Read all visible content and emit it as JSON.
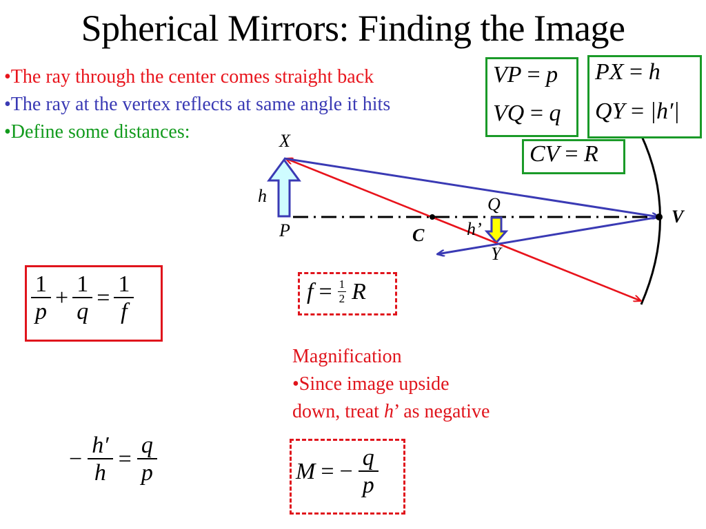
{
  "slide": {
    "title": "Spherical Mirrors: Finding the Image",
    "bullets": [
      {
        "text": "•The ray through the center comes straight back",
        "color": "#e8141c"
      },
      {
        "text": "•The ray at the vertex reflects at same angle it hits",
        "color": "#3a3ab4"
      },
      {
        "text": "•Define some distances:",
        "color": "#119a1c"
      }
    ]
  },
  "definitions": {
    "box1": {
      "line1": {
        "lhs": "VP",
        "eq": "=",
        "rhs": "p"
      },
      "line2": {
        "lhs": "VQ",
        "eq": "=",
        "rhs": "q"
      }
    },
    "box2": {
      "line1": {
        "lhs": "PX",
        "eq": "=",
        "rhs": "h"
      },
      "line2": {
        "lhs": "QY",
        "eq": "=",
        "rhs": "|h′|"
      }
    },
    "box3": {
      "lhs": "CV",
      "eq": "=",
      "rhs": "R"
    }
  },
  "diagram": {
    "labels": {
      "X": "X",
      "h": "h",
      "P": "P",
      "C": "C",
      "Q": "Q",
      "h_prime": "h’",
      "Y": "Y",
      "V": "V"
    },
    "colors": {
      "object_fill": "#cffcff",
      "object_stroke": "#3a3ab4",
      "image_fill": "#ffff00",
      "image_stroke": "#3a3ab4",
      "red_ray": "#e8141c",
      "blue_ray": "#3a3ab4",
      "mirror": "#000000",
      "axis": "#000000"
    }
  },
  "equations": {
    "mirror_eq": {
      "one": "1",
      "p": "p",
      "plus": "+",
      "q": "q",
      "equals": "=",
      "f": "f"
    },
    "focal": {
      "f": "f",
      "equals": "=",
      "half_num": "1",
      "half_den": "2",
      "R": "R"
    },
    "mag_ratio": {
      "minus": "−",
      "hprime": "h′",
      "h": "h",
      "equals": "=",
      "q": "q",
      "p": "p"
    },
    "mag_def": {
      "M": "M",
      "equals": "=",
      "minus": "−",
      "q": "q",
      "p": "p"
    }
  },
  "magnification_note": {
    "heading": "Magnification",
    "line1": "•Since image upside",
    "line2_pre": "down, treat ",
    "line2_var": "h",
    "line2_post": "’ as negative"
  }
}
